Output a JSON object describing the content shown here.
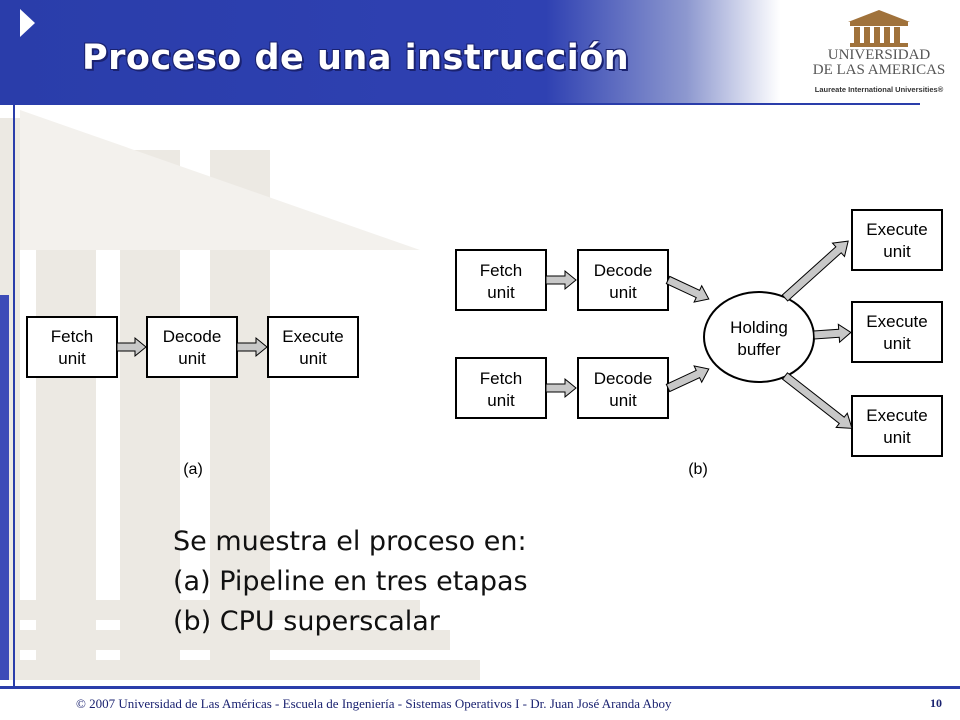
{
  "header": {
    "title": "Proceso de una instrucción",
    "logo": {
      "line1": "UNIVERSIDAD",
      "line2": "DE LAS AMERICAS",
      "line3": "Laureate International Universities®"
    }
  },
  "diagram": {
    "pipeline": {
      "caption": "(a)",
      "boxes": [
        {
          "l1": "Fetch",
          "l2": "unit"
        },
        {
          "l1": "Decode",
          "l2": "unit"
        },
        {
          "l1": "Execute",
          "l2": "unit"
        }
      ]
    },
    "superscalar": {
      "caption": "(b)",
      "fetch": [
        {
          "l1": "Fetch",
          "l2": "unit"
        },
        {
          "l1": "Fetch",
          "l2": "unit"
        }
      ],
      "decode": [
        {
          "l1": "Decode",
          "l2": "unit"
        },
        {
          "l1": "Decode",
          "l2": "unit"
        }
      ],
      "buffer": {
        "l1": "Holding",
        "l2": "buffer"
      },
      "execute": [
        {
          "l1": "Execute",
          "l2": "unit"
        },
        {
          "l1": "Execute",
          "l2": "unit"
        },
        {
          "l1": "Execute",
          "l2": "unit"
        }
      ]
    }
  },
  "body": {
    "lines": [
      "Se muestra el proceso en:",
      "(a) Pipeline en tres etapas",
      "(b) CPU superscalar"
    ]
  },
  "footer": {
    "text": "© 2007 Universidad de Las Américas  -  Escuela de Ingeniería  -  Sistemas Operativos I - Dr. Juan José Aranda Aboy",
    "page": "10"
  },
  "colors": {
    "brand_blue": "#2a3daa",
    "logo_gold": "#a0723b",
    "arrow_fill": "#c8c8c8"
  }
}
